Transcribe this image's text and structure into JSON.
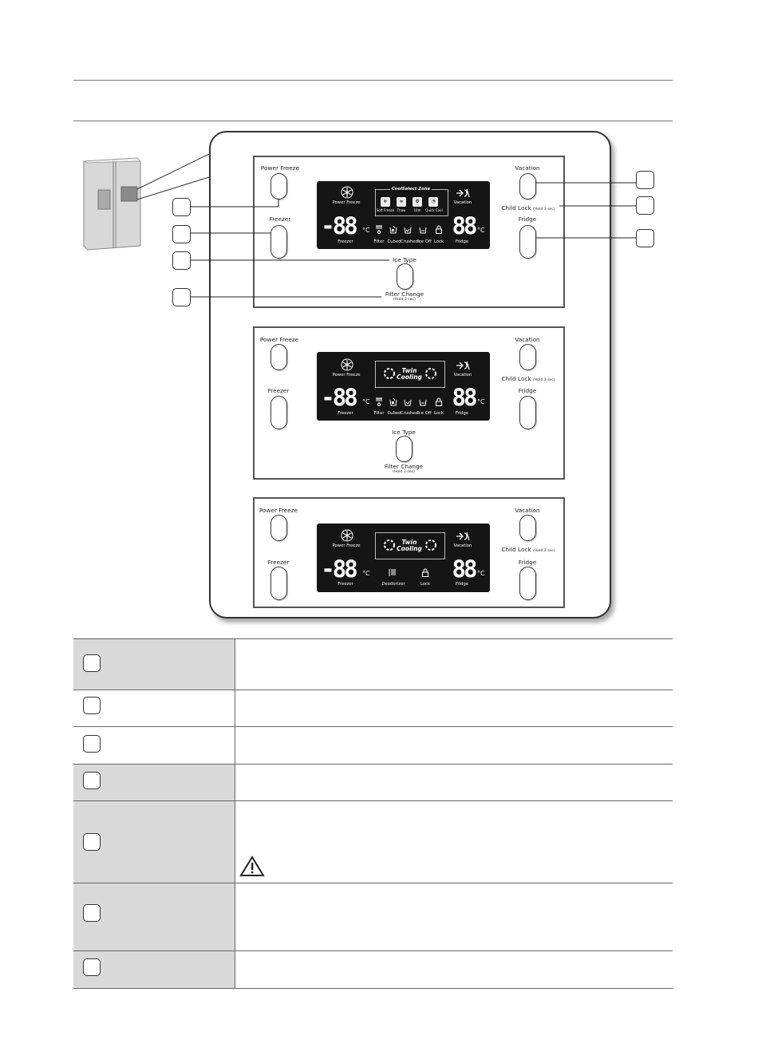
{
  "labels": {
    "power_freeze": "Power Freeze",
    "freezer": "Freezer",
    "vacation": "Vacation",
    "child_lock": "Child Lock",
    "hold_3_sec": "(Hold 3 sec)",
    "fridge": "Fridge",
    "ice_type": "Ice Type",
    "filter_change": "Filter Change"
  },
  "display": {
    "seg_freezer": "-88",
    "seg_fridge": "88",
    "deg": "°C",
    "power_freeze": "Power Freeze",
    "vacation": "Vacation",
    "freezer": "Freezer",
    "fridge": "Fridge",
    "filter": "Filter",
    "cubed": "Cubed",
    "crushed": "Crushed",
    "ice_off": "Ice Off",
    "lock": "Lock",
    "deodorizer": "Deodorizer",
    "coolselect_zone": "CoolSelect Zone",
    "soft_freeze": "Soft Freeze",
    "thaw": "Thaw",
    "ten_min": "10m",
    "quick_cool": "Quick Cool",
    "twin": "Twin",
    "cooling": "Cooling"
  },
  "icons": [
    "snowflake-icon",
    "vacation-icon",
    "filter-icon",
    "cubed-icon",
    "crushed-icon",
    "ice-off-icon",
    "lock-icon",
    "deodorizer-icon",
    "twin-cooling-icon",
    "warning-icon"
  ]
}
